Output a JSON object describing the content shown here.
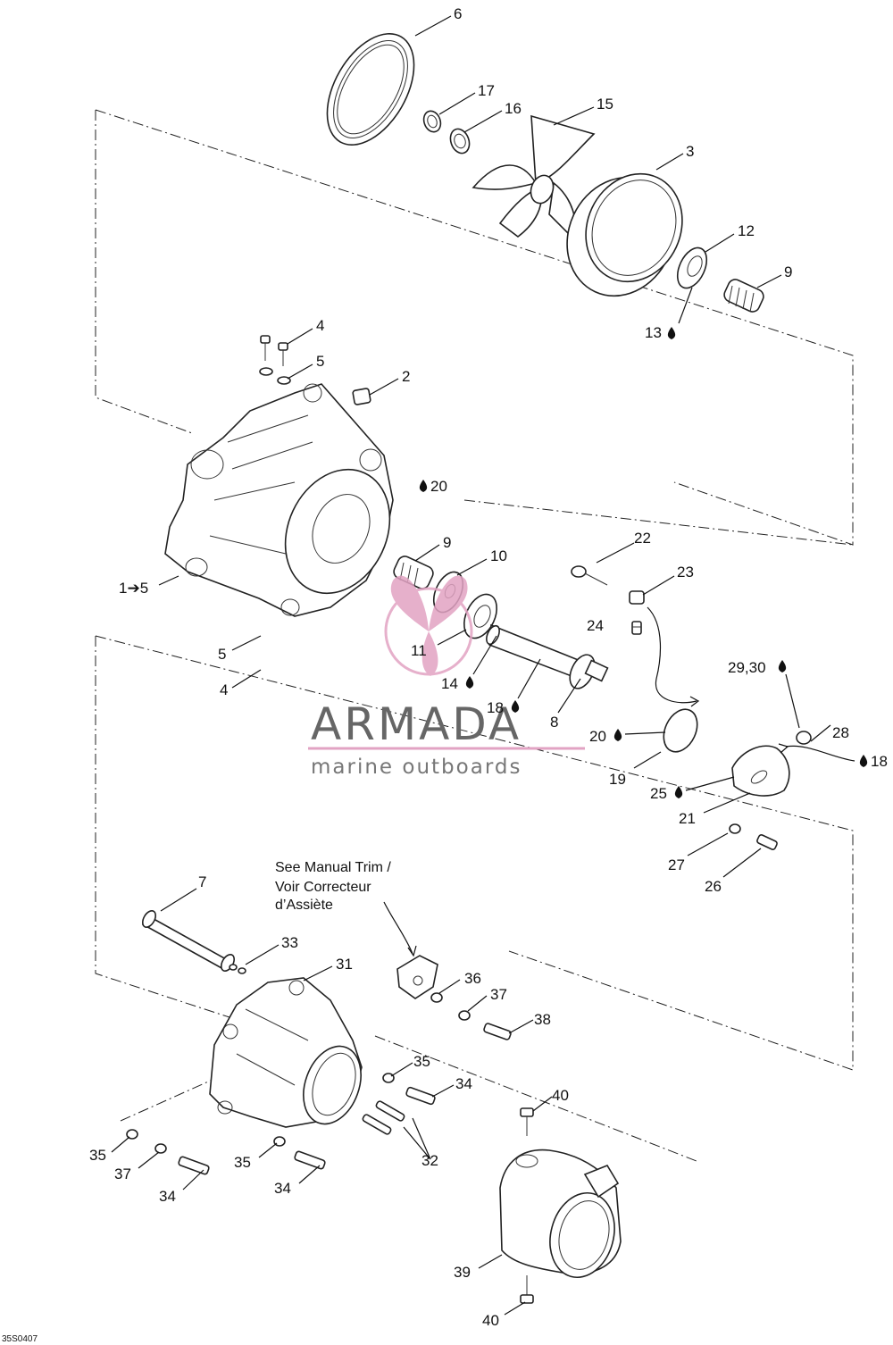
{
  "callouts": [
    {
      "id": "c6",
      "text": "6"
    },
    {
      "id": "c17",
      "text": "17"
    },
    {
      "id": "c16",
      "text": "16"
    },
    {
      "id": "c15",
      "text": "15"
    },
    {
      "id": "c3",
      "text": "3"
    },
    {
      "id": "c12",
      "text": "12"
    },
    {
      "id": "c9a",
      "text": "9"
    },
    {
      "id": "c13",
      "text": "13"
    },
    {
      "id": "c4a",
      "text": "4"
    },
    {
      "id": "c5a",
      "text": "5"
    },
    {
      "id": "c2",
      "text": "2"
    },
    {
      "id": "c20a",
      "text": "20"
    },
    {
      "id": "c9b",
      "text": "9"
    },
    {
      "id": "c10",
      "text": "10"
    },
    {
      "id": "c22",
      "text": "22"
    },
    {
      "id": "c23",
      "text": "23"
    },
    {
      "id": "c15r",
      "text": "1➔5"
    },
    {
      "id": "c24",
      "text": "24"
    },
    {
      "id": "c5b",
      "text": "5"
    },
    {
      "id": "c11",
      "text": "11"
    },
    {
      "id": "c4b",
      "text": "4"
    },
    {
      "id": "c14",
      "text": "14"
    },
    {
      "id": "c2930",
      "text": "29,30"
    },
    {
      "id": "c18a",
      "text": "18"
    },
    {
      "id": "c8",
      "text": "8"
    },
    {
      "id": "c28",
      "text": "28"
    },
    {
      "id": "c20b",
      "text": "20"
    },
    {
      "id": "c18b",
      "text": "18"
    },
    {
      "id": "c19",
      "text": "19"
    },
    {
      "id": "c25",
      "text": "25"
    },
    {
      "id": "c21",
      "text": "21"
    },
    {
      "id": "c27",
      "text": "27"
    },
    {
      "id": "c26",
      "text": "26"
    },
    {
      "id": "c7",
      "text": "7"
    },
    {
      "id": "c33",
      "text": "33"
    },
    {
      "id": "c31",
      "text": "31"
    },
    {
      "id": "c36",
      "text": "36"
    },
    {
      "id": "c37a",
      "text": "37"
    },
    {
      "id": "c38",
      "text": "38"
    },
    {
      "id": "c35a",
      "text": "35"
    },
    {
      "id": "c34a",
      "text": "34"
    },
    {
      "id": "c35b",
      "text": "35"
    },
    {
      "id": "c37b",
      "text": "37"
    },
    {
      "id": "c34b",
      "text": "34"
    },
    {
      "id": "c35c",
      "text": "35"
    },
    {
      "id": "c34c",
      "text": "34"
    },
    {
      "id": "c32",
      "text": "32"
    },
    {
      "id": "c40a",
      "text": "40"
    },
    {
      "id": "c39",
      "text": "39"
    },
    {
      "id": "c40b",
      "text": "40"
    }
  ],
  "note": {
    "line1": "See Manual Trim /",
    "line2": "Voir Correcteur",
    "line3": "d’Assiète"
  },
  "watermark": {
    "brand": "ARMADA",
    "tagline": "marine outboards"
  },
  "drawing_code": "35S0407",
  "colors": {
    "ink": "#111111",
    "watermark_text": "#666666",
    "watermark_logo": "#e2a3c3"
  }
}
